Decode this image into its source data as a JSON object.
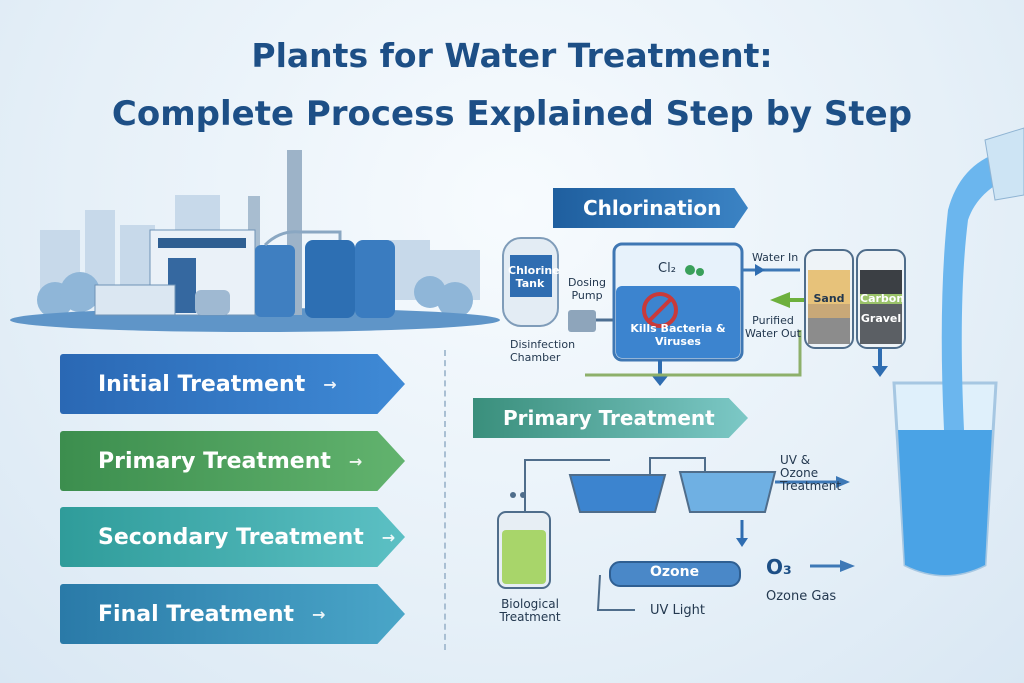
{
  "title": {
    "line1": "Plants for Water Treatment:",
    "line2": "Complete Process Explained Step by Step"
  },
  "steps": [
    {
      "label": "Initial Treatment",
      "arrow": "→"
    },
    {
      "label": "Primary Treatment",
      "arrow": "→"
    },
    {
      "label": "Secondary Treatment",
      "arrow": "→"
    },
    {
      "label": "Final Treatment",
      "arrow": "→"
    }
  ],
  "chlorination": {
    "banner": "Chlorination",
    "tank": "Chlorine Tank",
    "pump": "Dosing Pump",
    "chamber": "Disinfection Chamber",
    "cl": "Cl₂",
    "kills": "Kills Bacteria & Viruses",
    "water_in": "Water In",
    "sand": "Sand",
    "carbon": "Carbon",
    "gravel": "Gravel",
    "purified": "Purified Water Out"
  },
  "primary": {
    "banner": "Primary Treatment",
    "uv_ozone": "UV & Ozone Treatment",
    "ozone": "Ozone",
    "o3": "O₃",
    "ozone_gas": "Ozone Gas",
    "biological": "Biological Treatment",
    "uv_light": "UV Light"
  },
  "colors": {
    "title": "#1d4f86",
    "blue": "#2a68b4",
    "green": "#3c8e4e",
    "teal": "#2f9c9a"
  }
}
